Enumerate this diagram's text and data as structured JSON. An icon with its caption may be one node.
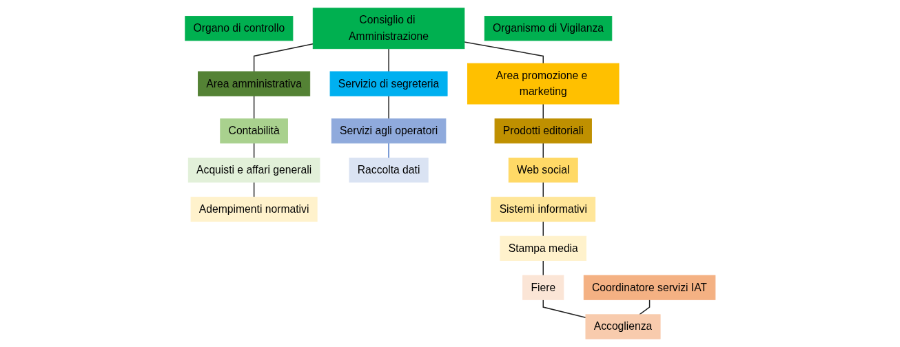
{
  "diagram": {
    "nodes": [
      {
        "text": [
          "Organo di controllo"
        ]
      },
      {
        "text": [
          "Consiglio di Amministrazione"
        ]
      },
      {
        "text": [
          "Organismo di Vigilanza"
        ]
      },
      {
        "text": [
          "Area amministrativa"
        ]
      },
      {
        "text": [
          "Servizio di segreteria"
        ]
      },
      {
        "text": [
          "Area promozione e marketing"
        ]
      },
      {
        "text": [
          "Contabilità"
        ]
      },
      {
        "text": [
          "Servizi agli operatori"
        ]
      },
      {
        "text": [
          "Prodotti editoriali"
        ]
      },
      {
        "text": [
          "Acquisti e affari generali"
        ]
      },
      {
        "text": [
          "Raccolta dati"
        ]
      },
      {
        "text": [
          "Web social"
        ]
      },
      {
        "text": [
          "Adempimenti normativi"
        ]
      },
      {
        "text": [
          "Sistemi informativi"
        ]
      },
      {
        "text": [
          "Stampa media"
        ]
      },
      {
        "text": [
          "Fiere"
        ]
      },
      {
        "text": [
          "Coordinatore servizi IAT"
        ]
      },
      {
        "text": [
          "Accoglienza"
        ]
      }
    ],
    "edges": [
      {
        "from": 1,
        "to": 3,
        "arrow": "none"
      },
      {
        "from": 1,
        "to": 4,
        "arrow": "none"
      },
      {
        "from": 1,
        "to": 5,
        "arrow": "none"
      },
      {
        "from": 3,
        "to": 6,
        "arrow": "none"
      },
      {
        "from": 6,
        "to": 9,
        "arrow": "none"
      },
      {
        "from": 9,
        "to": 12,
        "arrow": "none"
      },
      {
        "from": 4,
        "to": 7,
        "arrow": "none"
      },
      {
        "from": 7,
        "to": 10,
        "arrow": "none",
        "color": "#4472c4"
      },
      {
        "from": 5,
        "to": 8,
        "arrow": "none"
      },
      {
        "from": 8,
        "to": 11,
        "arrow": "none"
      },
      {
        "from": 11,
        "to": 13,
        "arrow": "none"
      },
      {
        "from": 13,
        "to": 14,
        "arrow": "none"
      },
      {
        "from": 14,
        "to": 15,
        "arrow": "none"
      },
      {
        "from": 15,
        "to": 17,
        "arrow": "none"
      },
      {
        "from": 16,
        "to": 17,
        "arrow": "none"
      }
    ]
  }
}
